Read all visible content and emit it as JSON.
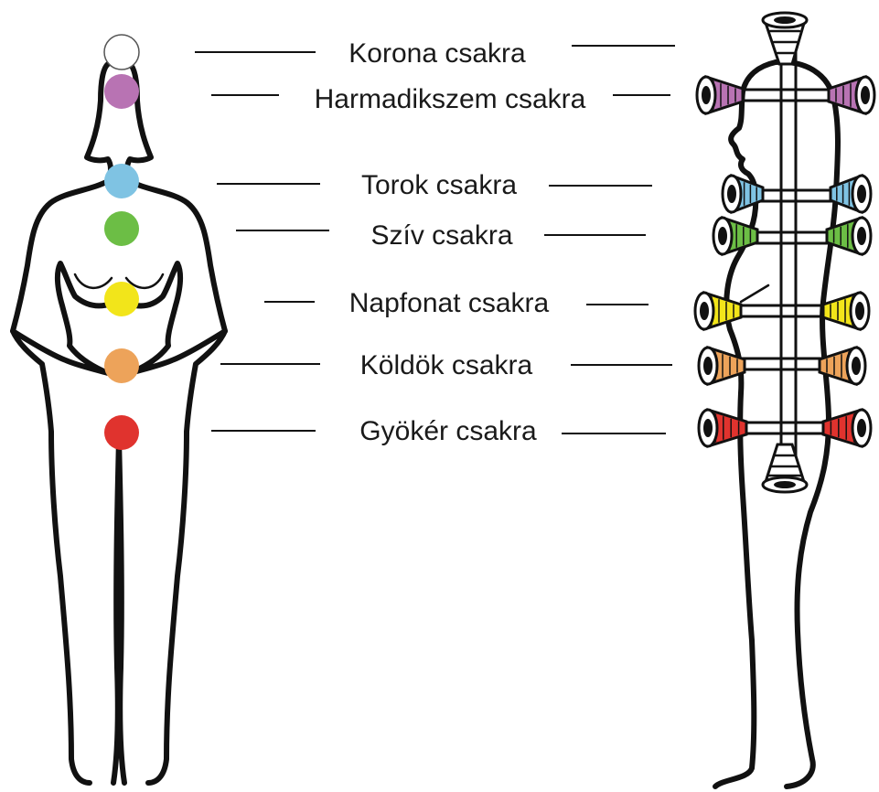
{
  "chakras": [
    {
      "key": "crown",
      "label": "Korona csakra",
      "color": "#ffffff"
    },
    {
      "key": "third-eye",
      "label": "Harmadikszem csakra",
      "color": "#b873b3"
    },
    {
      "key": "throat",
      "label": "Torok csakra",
      "color": "#7fc3e3"
    },
    {
      "key": "heart",
      "label": "Szív csakra",
      "color": "#6cbe45"
    },
    {
      "key": "solar-plexus",
      "label": "Napfonat csakra",
      "color": "#f2e51a"
    },
    {
      "key": "sacral",
      "label": "Köldök csakra",
      "color": "#eda35a"
    },
    {
      "key": "root",
      "label": "Gyökér csakra",
      "color": "#e0332e"
    }
  ],
  "figures": {
    "front": "front-body-silhouette",
    "side": "side-body-silhouette"
  }
}
